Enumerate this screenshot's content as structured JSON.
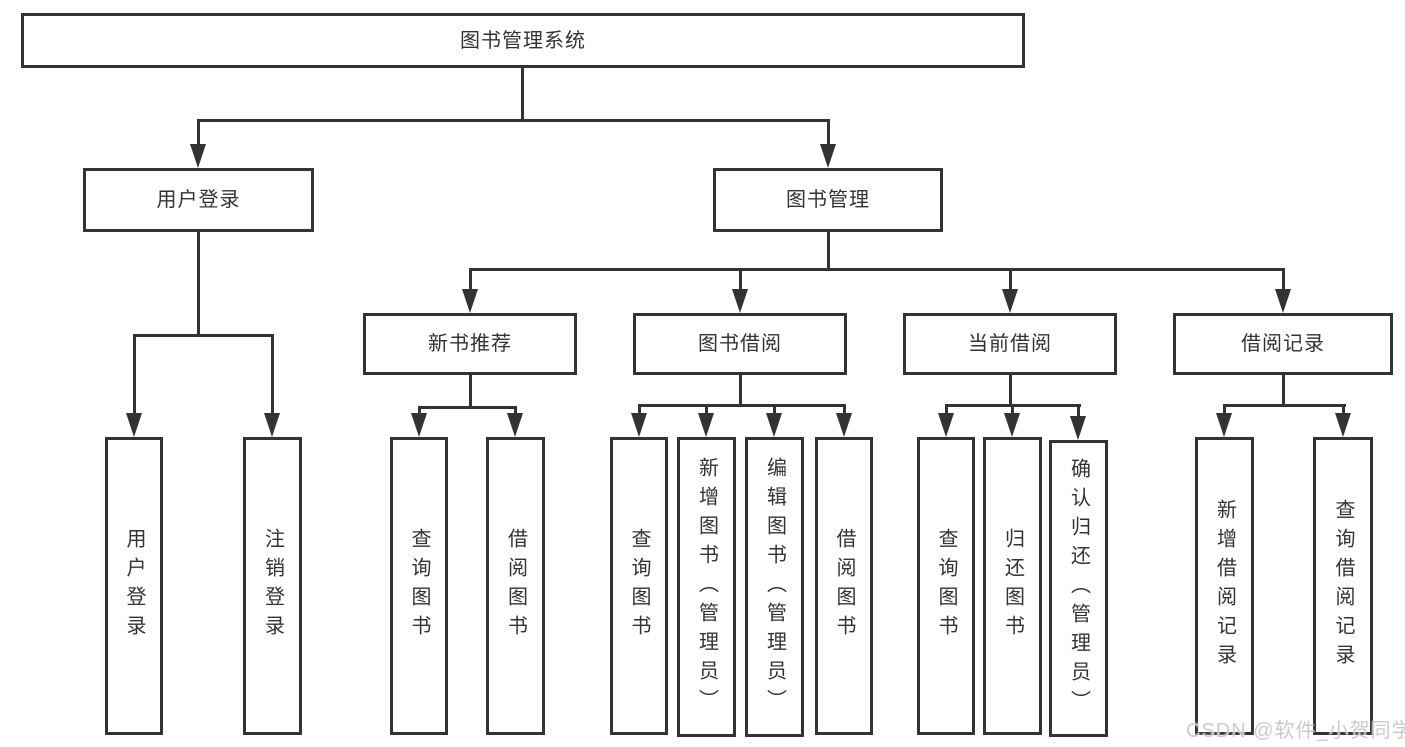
{
  "nodes": {
    "root": "图书管理系统",
    "user_login": "用户登录",
    "book_management": "图书管理",
    "new_book_recommend": "新书推荐",
    "book_borrowing": "图书借阅",
    "current_borrowing": "当前借阅",
    "borrowing_records": "借阅记录",
    "leaf_user_login": "用户登录",
    "leaf_logout": "注销登录",
    "rec_query_books": "查询图书",
    "rec_borrow_books": "借阅图书",
    "bb_query_books": "查询图书",
    "bb_add_books_admin": "新增图书（管理员）",
    "bb_edit_books_admin": "编辑图书（管理员）",
    "bb_borrow_books": "借阅图书",
    "cb_query_books": "查询图书",
    "cb_return_books": "归还图书",
    "cb_confirm_return_admin": "确认归还（管理员）",
    "br_add_record": "新增借阅记录",
    "br_query_record": "查询借阅记录"
  },
  "watermark": "CSDN @软件_小贺同学",
  "colors": {
    "line": "#333333",
    "text": "#333333",
    "bg": "#ffffff",
    "watermark": "#cbcbcb"
  }
}
